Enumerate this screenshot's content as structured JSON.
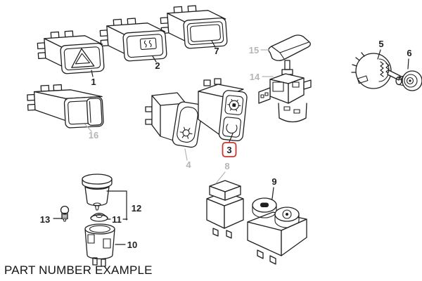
{
  "title": "PART NUMBER EXAMPLE",
  "colors": {
    "background": "#ffffff",
    "line": "#1f1f1f",
    "muted": "#b5b5b5",
    "highlight": "#cc342c"
  },
  "labels": [
    {
      "text": "1",
      "muted": false,
      "highlighted": false
    },
    {
      "text": "2",
      "muted": false,
      "highlighted": false
    },
    {
      "text": "3",
      "muted": false,
      "highlighted": true
    },
    {
      "text": "4",
      "muted": true,
      "highlighted": false
    },
    {
      "text": "5",
      "muted": false,
      "highlighted": false
    },
    {
      "text": "6",
      "muted": false,
      "highlighted": false
    },
    {
      "text": "7",
      "muted": false,
      "highlighted": false
    },
    {
      "text": "8",
      "muted": true,
      "highlighted": false
    },
    {
      "text": "9",
      "muted": false,
      "highlighted": false
    },
    {
      "text": "10",
      "muted": false,
      "highlighted": false
    },
    {
      "text": "11",
      "muted": false,
      "highlighted": false
    },
    {
      "text": "12",
      "muted": false,
      "highlighted": false
    },
    {
      "text": "13",
      "muted": false,
      "highlighted": false
    },
    {
      "text": "14",
      "muted": true,
      "highlighted": false
    },
    {
      "text": "15",
      "muted": true,
      "highlighted": false
    },
    {
      "text": "16",
      "muted": true,
      "highlighted": false
    }
  ]
}
